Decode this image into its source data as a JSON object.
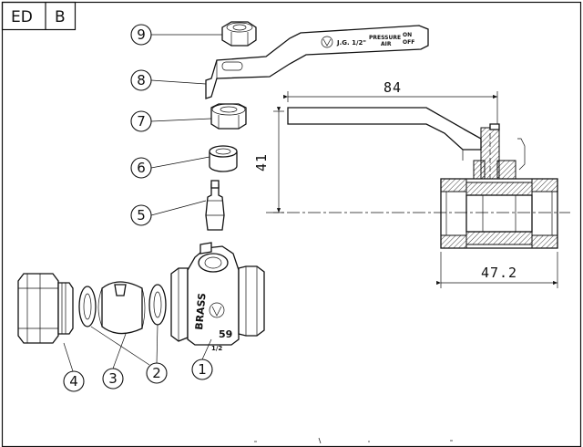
{
  "title_block": {
    "cell1": "ED",
    "cell2": "B"
  },
  "callouts": [
    "9",
    "8",
    "7",
    "6",
    "5",
    "4",
    "3",
    "2",
    "1"
  ],
  "dimensions": {
    "length": "84",
    "height": "41",
    "body_length": "47.2"
  },
  "handle_marking": {
    "brand": "J.G. 1/2\"",
    "pressure": "PRESSURE",
    "air": "AIR",
    "on": "ON",
    "off": "OFF"
  },
  "body_marking": {
    "size": "59",
    "mark": "1/2",
    "brand": "BRASS"
  }
}
